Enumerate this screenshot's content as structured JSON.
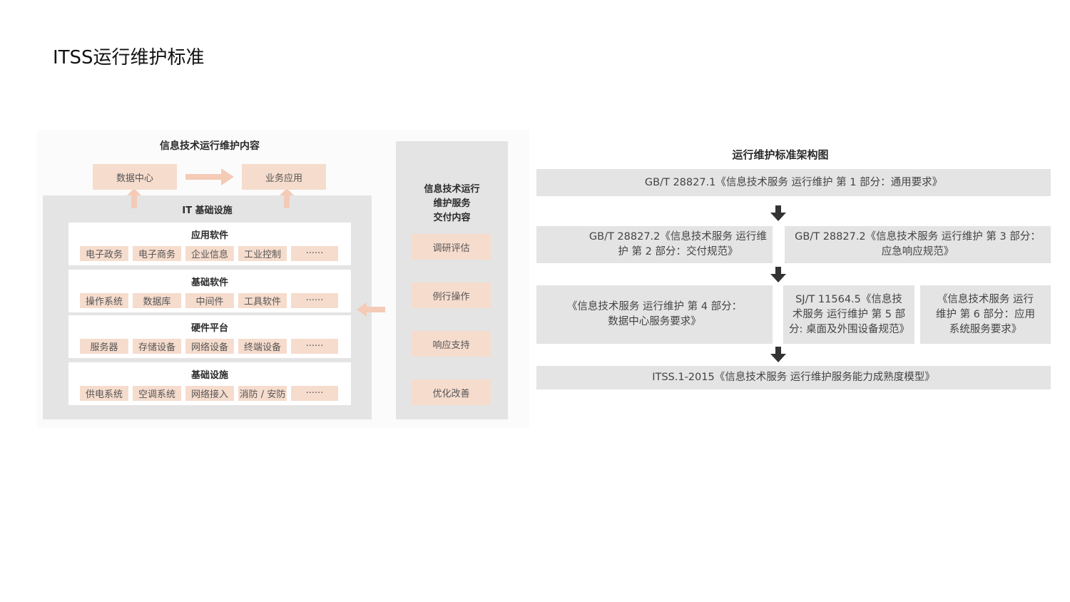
{
  "page": {
    "title": "ITSS运行维护标准"
  },
  "left_figure": {
    "title": "信息技术运行维护内容",
    "top_boxes": {
      "data_center": "数据中心",
      "business_app": "业务应用"
    },
    "it_infra": {
      "title": "IT 基础设施",
      "sections": [
        {
          "title": "应用软件",
          "items": [
            "电子政务",
            "电子商务",
            "企业信息",
            "工业控制",
            "······"
          ]
        },
        {
          "title": "基础软件",
          "items": [
            "操作系统",
            "数据库",
            "中间件",
            "工具软件",
            "······"
          ]
        },
        {
          "title": "硬件平台",
          "items": [
            "服务器",
            "存储设备",
            "网络设备",
            "终端设备",
            "······"
          ]
        },
        {
          "title": "基础设施",
          "items": [
            "供电系统",
            "空调系统",
            "网络接入",
            "消防 / 安防",
            "······"
          ]
        }
      ]
    },
    "delivery": {
      "title_lines": [
        "信息技术运行",
        "维护服务",
        "交付内容"
      ],
      "items": [
        "调研评估",
        "例行操作",
        "响应支持",
        "优化改善"
      ]
    }
  },
  "right_figure": {
    "title": "运行维护标准架构图",
    "row1": "GB/T 28827.1《信息技术服务 运行维护 第 1 部分：通用要求》",
    "row2": [
      [
        "GB/T 28827.2《信息技术服务 运行维",
        "护 第 2 部分：交付规范》"
      ],
      [
        "GB/T 28827.2《信息技术服务 运行维护 第 3 部分：",
        "应急响应规范》"
      ]
    ],
    "row3": [
      [
        "《信息技术服务 运行维护 第 4 部分：",
        "数据中心服务要求》"
      ],
      [
        "SJ/T 11564.5《信息技",
        "术服务 运行维护 第 5 部",
        "分: 桌面及外围设备规范》"
      ],
      [
        "《信息技术服务 运行",
        "维护 第 6 部分：应用",
        "系统服务要求》"
      ]
    ],
    "row4": "ITSS.1-2015《信息技术服务 运行维护服务能力成熟度模型》"
  },
  "colors": {
    "peach": "#f6dccd",
    "arrow_peach": "#f4cbb6",
    "panel_gray": "#e4e4e4",
    "arrow_dark": "#333333"
  }
}
